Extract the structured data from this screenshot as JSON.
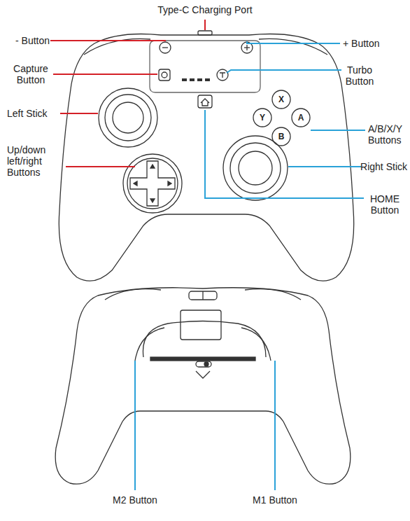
{
  "diagram": {
    "labels": [
      "Type-C Charging Port",
      "- Button",
      "+ Button",
      "Capture Button",
      "Turbo Button",
      "Left Stick",
      "A/B/X/Y Buttons",
      "Up/down left/right Buttons",
      "Right Stick",
      "HOME Button",
      "X",
      "Y",
      "A",
      "B",
      "M2 Button",
      "M1 Button"
    ]
  }
}
